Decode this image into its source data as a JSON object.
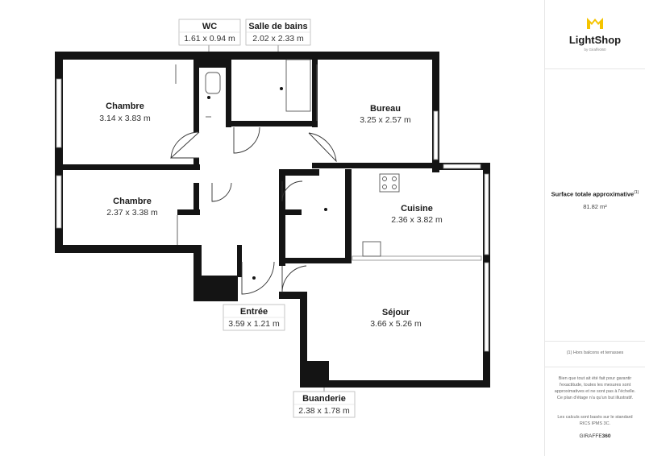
{
  "rooms": {
    "chambre1": {
      "name": "Chambre",
      "dims": "3.14 x 3.83 m"
    },
    "bureau": {
      "name": "Bureau",
      "dims": "3.25 x 2.57 m"
    },
    "chambre2": {
      "name": "Chambre",
      "dims": "2.37 x 3.38 m"
    },
    "cuisine": {
      "name": "Cuisine",
      "dims": "2.36 x 3.82 m"
    },
    "sejour": {
      "name": "Séjour",
      "dims": "3.66 x 5.26 m"
    }
  },
  "tags": {
    "wc": {
      "name": "WC",
      "dims": "1.61 x 0.94 m"
    },
    "sdb": {
      "name": "Salle de bains",
      "dims": "2.02 x 2.33 m"
    },
    "entree": {
      "name": "Entrée",
      "dims": "3.59 x 1.21 m"
    },
    "buanderie": {
      "name": "Buanderie",
      "dims": "2.38 x 1.78 m"
    }
  },
  "sidebar": {
    "brand": "LightShop",
    "brand_tagline": "by Giraffe360",
    "logo_color": "#f5c400",
    "surface_label": "Surface totale approximative",
    "surface_sup": "(1)",
    "surface_value": "81.82 m²",
    "footnote": "(1) Hors balcons et terrasses",
    "disclaimer": "Bien que tout ait été fait pour garantir l'exactitude, toutes les mesures sont approximatives et ne sont pas à l'échelle. Ce plan d'étage n'a qu'un but illustratif.",
    "standard": "Les calculs sont basés sur le standard RICS IPMS 3C.",
    "footer_brand_a": "GIRAFFE",
    "footer_brand_b": "360"
  }
}
